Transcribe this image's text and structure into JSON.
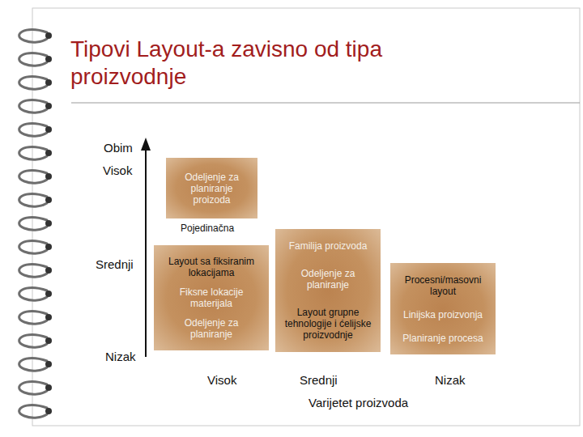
{
  "diagram": {
    "title": "Tipovi Layout-a zavisno od tipa proizvodnje",
    "nodes": [
      {
        "text": [
          "Odeljenje za planiranje proizoda"
        ]
      },
      {
        "text": [
          "Layout sa fiksiranim lokacijama",
          "Fiksne lokacije materijala",
          "Odeljenje za planiranje"
        ]
      },
      {
        "text": [
          "Familija proizvoda",
          "Odeljenje za planiranje",
          "Layout grupne tehnologije i ćelijske proizvodnje"
        ]
      },
      {
        "text": [
          "Procesni/masovni layout",
          "Linijska proizvonja",
          "Planiranje procesa"
        ]
      }
    ],
    "labels": [
      "Obim",
      "Visok",
      "Pojedinačna",
      "Srednji",
      "Nizak",
      "Visok",
      "Srednji",
      "Nizak",
      "Varijetet proizvoda"
    ]
  }
}
